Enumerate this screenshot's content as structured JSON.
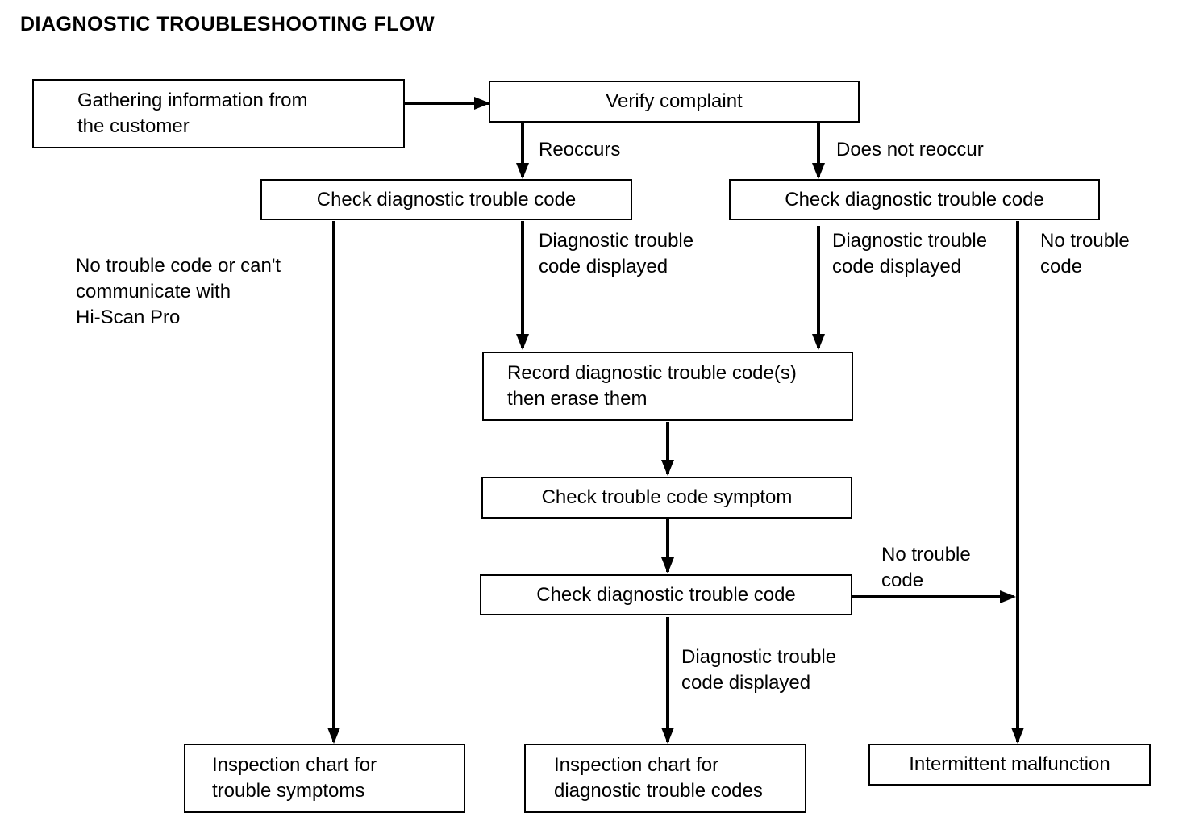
{
  "title": "DIAGNOSTIC TROUBLESHOOTING FLOW",
  "nodes": {
    "gather": "Gathering information from\nthe customer",
    "verify": "Verify complaint",
    "check_left": "Check diagnostic trouble code",
    "check_right": "Check diagnostic trouble code",
    "record": "Record diagnostic trouble code(s)\nthen erase them",
    "symptom": "Check trouble code symptom",
    "check_mid": "Check diagnostic trouble code",
    "insp_symptoms": "Inspection chart for\n trouble symptoms",
    "insp_codes": "Inspection chart for\ndiagnostic trouble codes",
    "intermittent": "Intermittent malfunction"
  },
  "labels": {
    "reoccurs": "Reoccurs",
    "does_not_reoccur": "Does not reoccur",
    "no_code_cant_comm": "No trouble code or can't\ncommunicate with\nHi-Scan Pro",
    "dtc_displayed_left": "Diagnostic trouble\ncode displayed",
    "dtc_displayed_right": "Diagnostic trouble\ncode displayed",
    "no_trouble_code_right": "No trouble\ncode",
    "no_trouble_code_mid": "No trouble\ncode",
    "dtc_displayed_bottom": "Diagnostic trouble\ncode displayed"
  }
}
